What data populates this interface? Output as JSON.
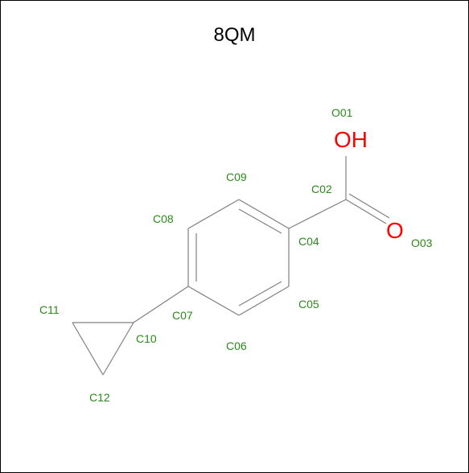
{
  "title": "8QM",
  "colors": {
    "bond": "#808080",
    "label": "#2a8a1a",
    "oxygen": "#ff0000"
  },
  "atoms": {
    "O01": "O01",
    "C02": "C02",
    "O03": "O03",
    "C04": "C04",
    "C05": "C05",
    "C06": "C06",
    "C07": "C07",
    "C08": "C08",
    "C09": "C09",
    "C10": "C10",
    "C11": "C11",
    "C12": "C12"
  },
  "heteroatoms": {
    "oh": "OH",
    "o": "O"
  }
}
